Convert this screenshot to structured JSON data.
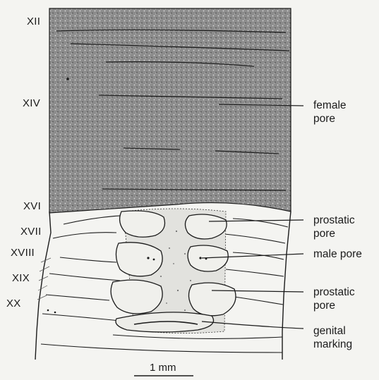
{
  "segments": {
    "s12": "XII",
    "s14": "XIV",
    "s16": "XVI",
    "s17": "XVII",
    "s18": "XVIII",
    "s19": "XIX",
    "s20": "XX"
  },
  "labels": {
    "female_pore": [
      "female",
      "pore"
    ],
    "prostatic_pore_upper": [
      "prostatic",
      "pore"
    ],
    "male_pore": "male pore",
    "prostatic_pore_lower": [
      "prostatic",
      "pore"
    ],
    "genital_marking": [
      "genital",
      "marking"
    ]
  },
  "scale_bar": "1 mm",
  "colors": {
    "background": "#f4f4f1",
    "clitellum": "#8e8e8e",
    "ink": "#1b1b1b"
  }
}
